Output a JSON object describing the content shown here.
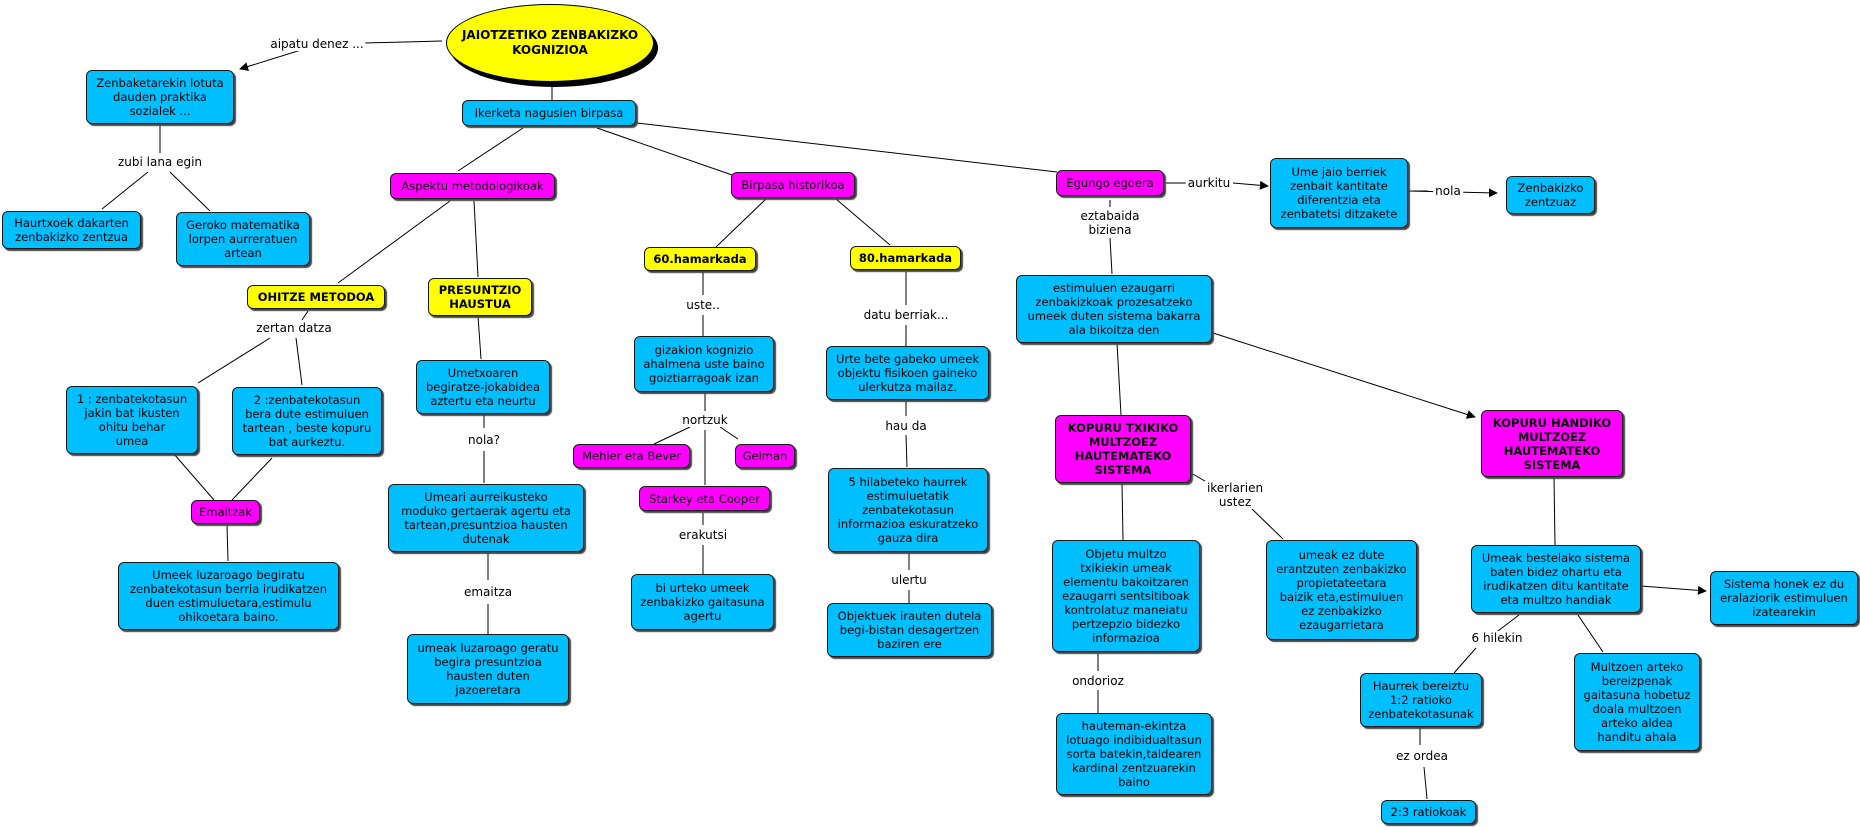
{
  "root": {
    "title": "JAIOTZETIKO ZENBAKIZKO\nKOGNIZIOA"
  },
  "nodes": {
    "ikerketa": "Ikerketa nagusien birpasa",
    "zenbaketarekin": "Zenbaketarekin lotuta\ndauden praktika\nsozialek ...",
    "haurtxoek": "Haurtxoek dakarten\nzenbakizko zentzua",
    "geroko": "Geroko matematika\nlorpen aurreratuen\nartean",
    "aspektu": "Aspektu metodologikoak",
    "birpasa_hist": "Birpasa historikoa",
    "egungo": "Egungo egoera",
    "ume_jaio": "Ume jaio berriek\nzenbait kantitate\ndiferentzia eta\nzenbatetsi ditzakete",
    "zentzuaz": "Zenbakizko\nzentzuaz",
    "ohitze": "OHITZE METODOA",
    "presuntzio": "PRESUNTZIO\nHAUSTUA",
    "h60": "60.hamarkada",
    "h80": "80.hamarkada",
    "jakin": "1 : zenbatekotasun\njakin bat ikusten\nohitu behar\numea",
    "bera": "2 :zenbatekotasun\nbera dute estimuluen\ntartean , beste kopuru\nbat aurkeztu.",
    "emaitzak": "Emaitzak",
    "luzaroago1": "Umeek luzaroago begiratu\nzenbatekotasun berria irudikatzen\nduen estimuluetara,estimulu\nohikoetara baino.",
    "umetxoaren": "Umetxoaren\nbegiratze-jokabidea\naztertu eta neurtu",
    "umeari": "Umeari aurreikusteko\nmoduko gertaerak agertu eta\ntartean,presuntzioa hausten\ndutenak",
    "luzaroago2": "umeak luzaroago geratu\nbegira presuntzioa\nhausten duten\njazoeretara",
    "gizakion": "gizakion kognizio\nahalmena uste baino\ngoiztiarragoak izan",
    "mehler": "Mehler eta Bever",
    "gelman": "Gelman",
    "starkey": "Starkey eta Cooper",
    "urteko": "bi urteko umeek\nzenbakizko gaitasuna\nagertu",
    "urte_bete": "Urte bete gabeko umeek\nobjektu fisikoen gaineko\nulerkutza mailaz.",
    "hilabeteko": "5 hilabeteko haurrek\nestimuluetatik\nzenbatekotasun\ninformazioa eskuratzeko\ngauza dira",
    "objektuek": "Objektuek irauten dutela\nbegi-bistan desagertzen\nbaziren ere",
    "estimuluen": "estimuluen ezaugarri\nzenbakizkoak prozesatzeko\numeek duten sistema bakarra\nala bikoitza den",
    "txikiko": "KOPURU TXIKIKO\nMULTZOEZ\nHAUTEMATEKO\nSISTEMA",
    "handiko": "KOPURU HANDIKO\nMULTZOEZ\nHAUTEMATEKO\nSISTEMA",
    "objetu": "Objetu multzo\ntxikiekin umeak\nelementu bakoitzaren\nezaugarri sentsitiboak\nkontrolatuz maneiatu\npertzepzio bidezko\ninformazioa",
    "ez_dute": "umeak ez dute\nerantzuten zenbakizko\npropietateetara\nbaizik eta,estimuluen\nez zenbakizko\nezaugarrietara",
    "hauteman": "hauteman-ekintza\nlotuago indibidualtasun\nsorta batekin,taldearen\nkardinal zentzuarekin\nbaino",
    "bestelako": "Umeak bestelako sistema\nbaten bidez ohartu eta\nirudikatzen ditu kantitate\neta multzo handiak",
    "sistema_honek": "Sistema honek  ez du\neralaziorik estimuluen\nizatearekin",
    "bereiztu": "Haurrek bereiztu\n1:2 ratioko\nzenbatekotasunak",
    "multzoen": "Multzoen arteko\nbereizpenak\ngaitasuna hobetuz\ndoala multzoen\narteko aldea\nhanditu ahala",
    "ratio23": "2:3 ratiokoak"
  },
  "links": {
    "aipatu": "aipatu denez ...",
    "zubi": "zubi lana egin",
    "aurkitu": "aurkitu",
    "nola": "nola",
    "zertan": "zertan datza",
    "nola_q": "nola?",
    "emaitza": "emaitza",
    "uste": "uste..",
    "nortzuk": "nortzuk",
    "erakutsi": "erakutsi",
    "datu": "datu berriak...",
    "hau_da": "hau da",
    "ulertu": "ulertu",
    "eztabaida": "eztabaida\nbiziena",
    "ikerlarien": "ikerlarien\nustez",
    "ondorioz": "ondorioz",
    "hilekin": "6 hilekin",
    "ez_ordea": "ez ordea"
  },
  "colors": {
    "blue": "#00bfff",
    "magenta": "#ff00ff",
    "yellow": "#ffff00"
  }
}
